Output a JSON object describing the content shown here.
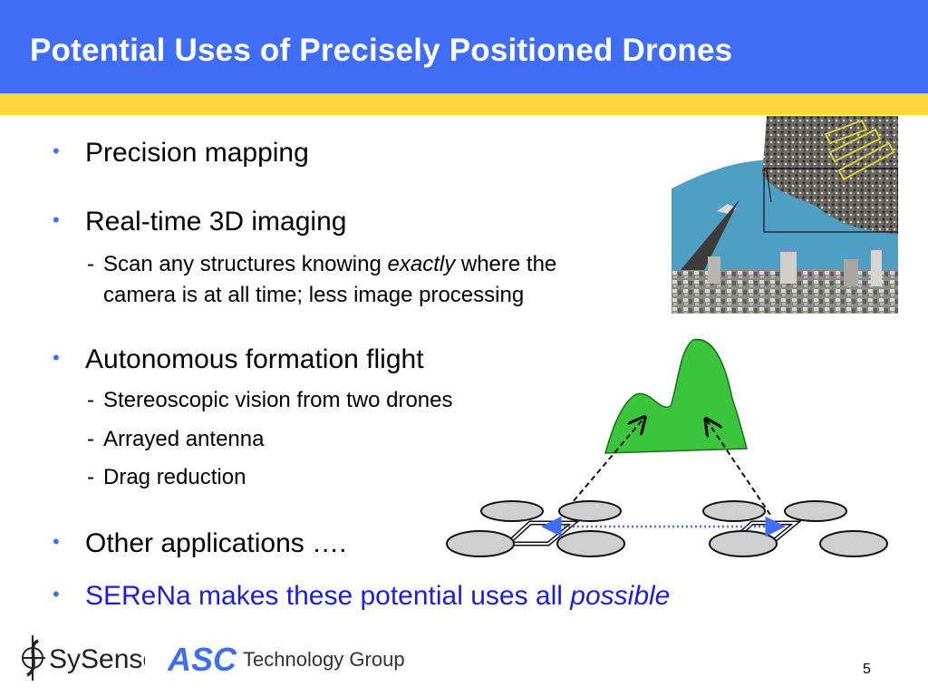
{
  "slide": {
    "title": "Potential Uses of Precisely Positioned Drones",
    "page_number": "5"
  },
  "bullets": [
    {
      "text": "Precision mapping"
    },
    {
      "text": "Real-time 3D imaging",
      "sub": [
        {
          "before": "Scan any structures knowing ",
          "emph": "exactly",
          "after": " where the"
        },
        {
          "text": "camera is at all time; less image processing"
        }
      ]
    },
    {
      "text": "Autonomous formation flight",
      "sub": [
        {
          "text": "Stereoscopic vision from two drones"
        },
        {
          "text": "Arrayed antenna"
        },
        {
          "text": "Drag reduction"
        }
      ]
    },
    {
      "text": "Other applications …."
    },
    {
      "before": "SEReNa makes these potential uses all ",
      "emph": "possible"
    }
  ],
  "glyphs": {
    "bullet": "•",
    "dash": "-"
  },
  "logos": {
    "sysense": "SySense",
    "asc_mark": "ASC",
    "asc_text": "Technology Group"
  },
  "colors": {
    "header_blue": "#3f6ef5",
    "stripe_yellow": "#ffd740",
    "highlight_blue": "#1b1ee0",
    "mountain_green": "#3cc43c"
  }
}
